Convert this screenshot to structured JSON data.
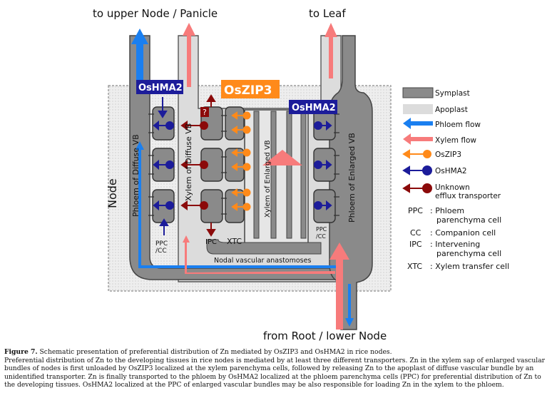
{
  "top_labels": {
    "upper": "to upper Node / Panicle",
    "leaf": "to Leaf"
  },
  "bottom_label": "from Root / lower Node",
  "node_label": "Node",
  "transporters": {
    "zip3": "OsZIP3",
    "hma2_left": "OsHMA2",
    "hma2_right": "OsHMA2",
    "unknown_mark": "?"
  },
  "tissue_labels": {
    "phloem_diffuse": "Phloem of Diffuse VB",
    "xylem_diffuse": "Xylem of Diffuse VB",
    "xylem_enlarged": "Xylem of Enlarged VB",
    "phloem_enlarged": "Phloem of Enlarged VB",
    "anastomoses": "Nodal vascular anastomoses",
    "ppc_cc_left": [
      "PPC",
      "/CC"
    ],
    "ppc_cc_right": [
      "PPC",
      "/CC"
    ],
    "ipc": "IPC",
    "xtc": "XTC"
  },
  "legend": [
    {
      "key": "symplast",
      "label": "Symplast"
    },
    {
      "key": "apoplast",
      "label": "Apoplast"
    },
    {
      "key": "phloem_flow",
      "label": "Phloem flow"
    },
    {
      "key": "xylem_flow",
      "label": "Xylem flow"
    },
    {
      "key": "oszip3",
      "label": "OsZIP3"
    },
    {
      "key": "oshma2",
      "label": "OsHMA2"
    },
    {
      "key": "unknown",
      "label": "Unknown",
      "label2": "efflux transporter"
    }
  ],
  "abbreviations": [
    {
      "abbr": "PPC",
      "def": ": Phloem",
      "def2": "parenchyma cell"
    },
    {
      "abbr": "CC",
      "def": ": Companion cell"
    },
    {
      "abbr": "IPC",
      "def": ": Intervening",
      "def2": "parenchyma cell"
    },
    {
      "abbr": "XTC",
      "def": ": Xylem transfer cell"
    }
  ],
  "caption": {
    "figure": "Figure 7.",
    "title": " Schematic presentation of preferential distribution of Zn mediated by OsZIP3 and OsHMA2 in rice nodes.",
    "body": "Preferential distribution of Zn to the developing tissues in rice nodes is mediated by at least three different transporters.  Zn in the xylem sap of enlarged vascular bundles of nodes is first unloaded by OsZIP3 localized at the xylem parenchyma cells, followed by releasing Zn to the apoplast of diffuse vascular bundle by an unidentified transporter.  Zn is finally transported to the phloem by OsHMA2 localized at the phloem parenchyma cells (PPC) for preferential distribution of Zn to the developing tissues.  OsHMA2 localized at the PPC of enlarged vascular bundles may be also responsible for loading Zn in the xylem to the phloem."
  },
  "colors": {
    "symplast": "#8a8a8a",
    "symplast_dark": "#555555",
    "apoplast": "#dcdcdc",
    "phloem_flow": "#1a7ff0",
    "xylem_flow": "#f77b7b",
    "oszip3": "#ff8a1a",
    "oshma2": "#1c1c9a",
    "unknown": "#8b0a0a"
  }
}
